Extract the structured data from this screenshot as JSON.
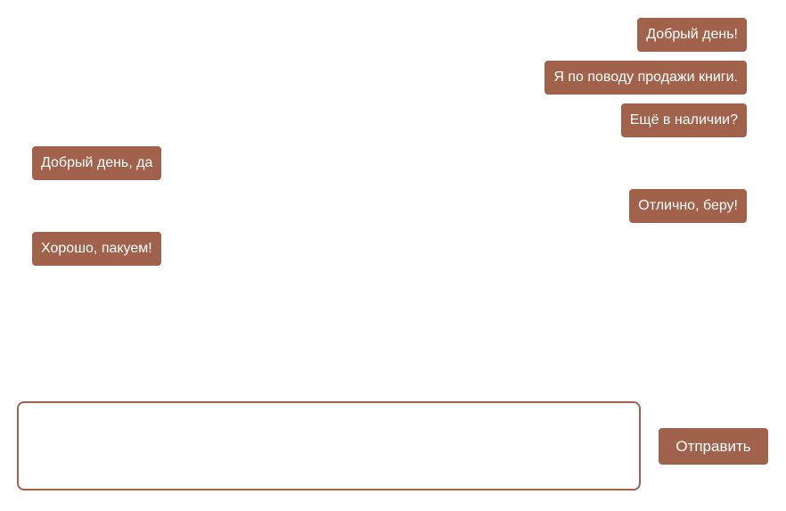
{
  "colors": {
    "bubble": "#a0624a",
    "bubble_text": "#ffffff",
    "background": "#ffffff"
  },
  "messages": [
    {
      "side": "outgoing",
      "text": "Добрый день!"
    },
    {
      "side": "outgoing",
      "text": "Я по поводу продажи книги."
    },
    {
      "side": "outgoing",
      "text": "Ещё в наличии?"
    },
    {
      "side": "incoming",
      "text": "Добрый день, да"
    },
    {
      "side": "outgoing",
      "text": "Отлично, беру!"
    },
    {
      "side": "incoming",
      "text": "Хорошо, пакуем!"
    }
  ],
  "composer": {
    "value": "",
    "placeholder": ""
  },
  "send_button": {
    "label": "Отправить"
  }
}
